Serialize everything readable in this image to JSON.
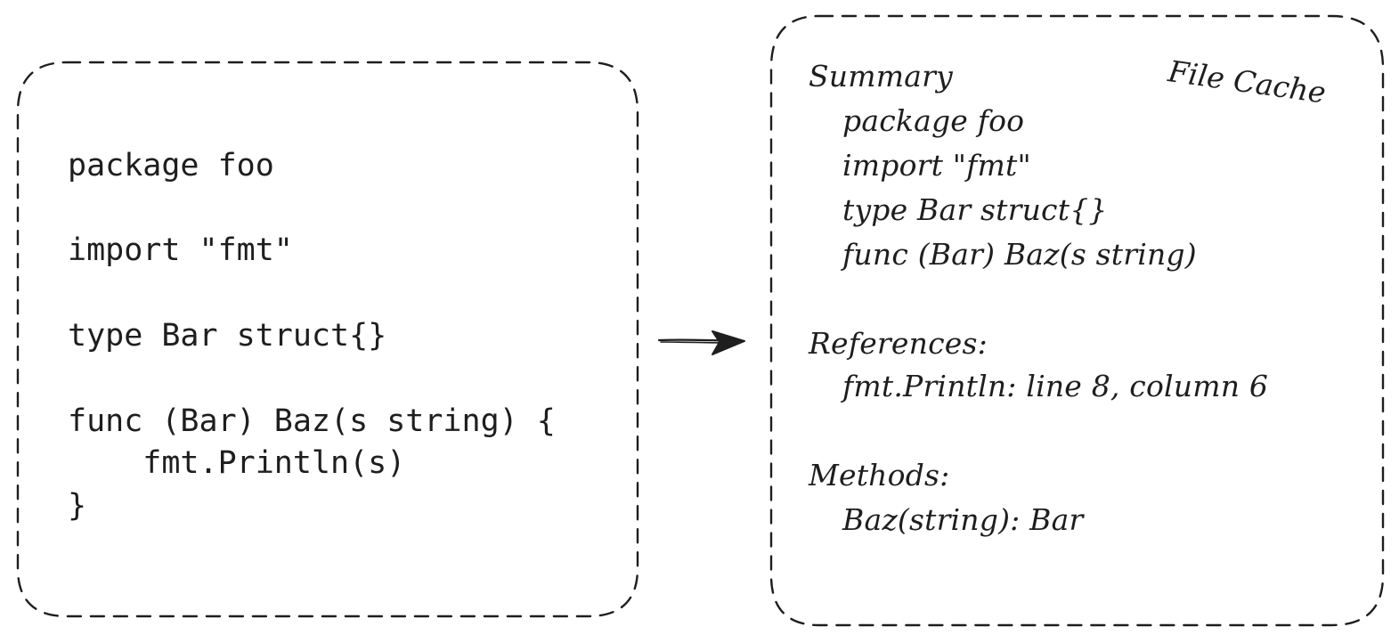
{
  "source_file": {
    "lines": [
      "package foo",
      "import \"fmt\"",
      "type Bar struct{}",
      "func (Bar) Baz(s string) {",
      "    fmt.Println(s)",
      "}"
    ]
  },
  "file_cache": {
    "title": "File Cache",
    "summary": {
      "heading": "Summary",
      "items": [
        "package foo",
        "import \"fmt\"",
        "type Bar struct{}",
        "func (Bar) Baz(s string)"
      ]
    },
    "references": {
      "heading": "References:",
      "items": [
        "fmt.Println: line 8, column 6"
      ]
    },
    "methods": {
      "heading": "Methods:",
      "items": [
        "Baz(string): Bar"
      ]
    }
  },
  "colors": {
    "stroke": "#1e1e1e",
    "background": "#ffffff"
  }
}
